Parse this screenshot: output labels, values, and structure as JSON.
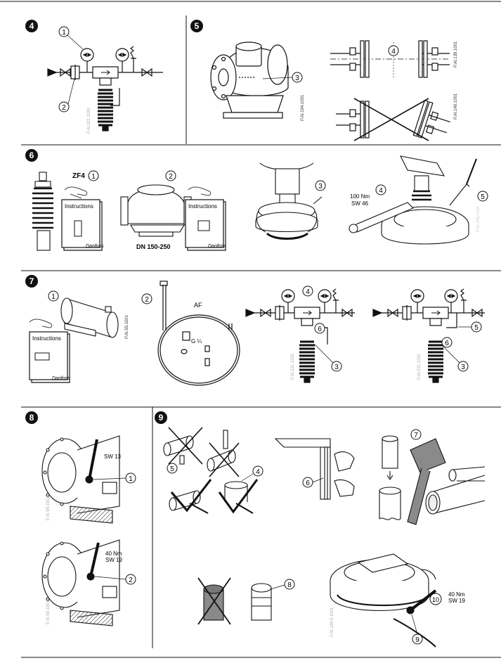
{
  "sections": {
    "s4": {
      "badge": "4",
      "c1": "1",
      "c2": "2",
      "ref": "P.AI.221.1001"
    },
    "s5": {
      "badge": "5",
      "c3": "3",
      "c4": "4",
      "ref_a": "P.AI.194.1001",
      "ref_b": "P.AI.139.1001",
      "ref_c": "P.AI.140.1001"
    },
    "s6": {
      "badge": "6",
      "zf4": "ZF4",
      "c1": "1",
      "c2": "2",
      "c3": "3",
      "c4": "4",
      "c5": "5",
      "instructions": "Instructions",
      "brand": "Danfoss",
      "dn_label": "DN 150-250",
      "torque": "100 Nm",
      "wrench": "SW 46",
      "ref": "P.AI.145.1001"
    },
    "s7": {
      "badge": "7",
      "c1": "1",
      "c2": "2",
      "c3": "3",
      "c4": "4",
      "c5": "5",
      "c6": "6",
      "instructions": "Instructions",
      "brand": "Danfoss",
      "af": "AF",
      "thread": "G ¼",
      "ref_a": "P.AI.55.1001",
      "ref_b": "P.AI.221.1001",
      "ref_c": "P.AI.221.1001"
    },
    "s8": {
      "badge": "8",
      "c1": "1",
      "c2": "2",
      "wrench1": "SW 13",
      "torque": "40 Nm",
      "wrench2": "SW 19",
      "ref_a": "P.AI.98.1001",
      "ref_b": "P.AI.99.1001"
    },
    "s9": {
      "badge": "9",
      "c4": "4",
      "c5": "5",
      "c6": "6",
      "c7": "7",
      "c8": "8",
      "c9": "9",
      "c10": "10",
      "torque": "40 Nm",
      "wrench": "SW 19",
      "ref": "P.AI.194.5.1001"
    }
  },
  "colors": {
    "line": "#111111",
    "grey": "#8a8a8a",
    "dark": "#2b2b2b",
    "badge_fill": "#111111",
    "badge_text": "#ffffff"
  }
}
